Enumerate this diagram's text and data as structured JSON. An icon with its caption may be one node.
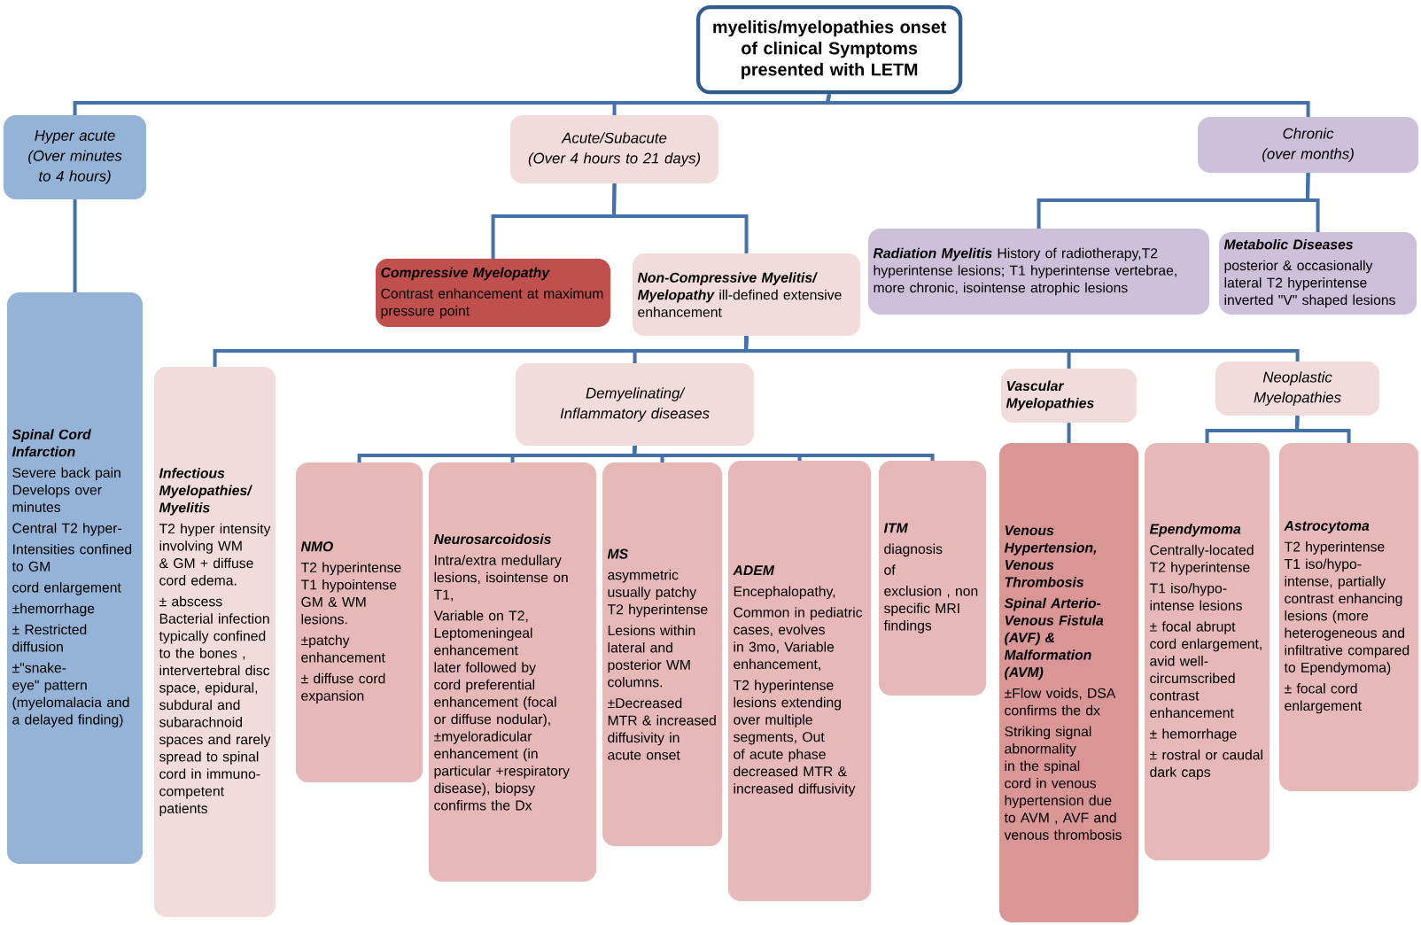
{
  "diagram": {
    "nodes": [
      {
        "text": [
          "myelitis/myelopathies onset of clinical Symptoms presented with LETM"
        ]
      },
      {
        "text": [
          "Hyper acute",
          "(Over minutes to 4 hours)"
        ]
      },
      {
        "text": [
          "Acute/Subacute",
          "(Over 4 hours to 21 days)"
        ]
      },
      {
        "text": [
          "Chronic",
          "(over months)"
        ]
      },
      {
        "text": [
          "Spinal Cord Infarction",
          "Severe back pain Develops over minutes",
          "Central T2 hyper-",
          "Intensities confined to GM",
          "cord enlargement",
          "±hemorrhage",
          "± Restricted diffusion",
          "±\"snake-eye\" pattern (myelomalacia and a delayed finding)"
        ]
      },
      {
        "text": [
          "Compressive Myelopathy",
          "Contrast enhancement at maximum pressure point"
        ]
      },
      {
        "text": [
          "Non-Compressive Myelitis/ Myelopathy",
          "ill-defined extensive enhancement"
        ]
      },
      {
        "text": [
          "Radiation Myelitis",
          "History of radiotherapy,T2 hyperintense lesions; T1 hyperintense vertebrae, more chronic, isointense atrophic lesions"
        ]
      },
      {
        "text": [
          "Metabolic Diseases",
          "posterior & occasionally lateral T2 hyperintense inverted \"V\" shaped lesions"
        ]
      },
      {
        "text": [
          "Infectious Myelopathies/ Myelitis",
          "T2 hyper intensity involving WM & GM + diffuse cord edema.",
          "± abscess Bacterial infection typically confined to the bones , intervertebral disc space, epidural, subdural and subarachnoid spaces and rarely spread to spinal cord in immuno-competent patients"
        ]
      },
      {
        "text": [
          "Demyelinating/",
          "Inflammatory diseases"
        ]
      },
      {
        "text": [
          "Vascular Myelopathies"
        ]
      },
      {
        "text": [
          "Neoplastic Myelopathies"
        ]
      },
      {
        "text": [
          "NMO",
          "T2 hyperintense T1 hypointense GM & WM lesions.",
          "±patchy enhancement",
          "± diffuse cord expansion"
        ]
      },
      {
        "text": [
          "Neurosarcoidosis",
          "Intra/extra medullary lesions, isointense on T1,",
          "Variable on T2, Leptomeningeal enhancement later followed by cord preferential enhancement (focal or diffuse nodular), ±myeloradicular enhancement (in particular +respiratory disease), biopsy confirms the  Dx"
        ]
      },
      {
        "text": [
          "MS",
          "asymmetric usually patchy T2 hyperintense",
          "Lesions within lateral and posterior WM columns.",
          "±Decreased MTR & increased diffusivity in acute onset"
        ]
      },
      {
        "text": [
          "ADEM",
          "Encephalopathy,",
          "Common in pediatric cases, evolves in 3mo, Variable enhancement,",
          "T2 hyperintense lesions extending  over multiple segments, Out of acute phase decreased MTR & increased diffusivity"
        ]
      },
      {
        "text": [
          "ITM",
          "diagnosis",
          "of",
          "exclusion , non specific MRI findings"
        ]
      },
      {
        "text": [
          "Venous Hypertension, Venous Thrombosis",
          "Spinal Arterio-Venous Fistula (AVF) & Malformation (AVM)",
          "±Flow voids, DSA  confirms the dx",
          "Striking signal abnormality in the spinal cord in venous hypertension due to AVM , AVF and venous thrombosis"
        ]
      },
      {
        "text": [
          "Ependymoma",
          "Centrally-located T2 hyperintense",
          "T1 iso/hypo-intense lesions",
          "± focal abrupt cord enlargement, avid well-circumscribed contrast enhancement",
          "± hemorrhage",
          "± rostral or caudal dark caps"
        ]
      },
      {
        "text": [
          "Astrocytoma",
          "T2 hyperintense T1 iso/hypo-intense, partially contrast enhancing lesions (more heterogeneous and infiltrative compared to Ependymoma)",
          "± focal cord enlargement"
        ]
      }
    ],
    "edges": [
      {
        "from": 0,
        "to": 1,
        "arrow": "none"
      },
      {
        "from": 0,
        "to": 2,
        "arrow": "none"
      },
      {
        "from": 0,
        "to": 3,
        "arrow": "none"
      },
      {
        "from": 1,
        "to": 4,
        "arrow": "none"
      },
      {
        "from": 2,
        "to": 5,
        "arrow": "none"
      },
      {
        "from": 2,
        "to": 6,
        "arrow": "none"
      },
      {
        "from": 3,
        "to": 7,
        "arrow": "none"
      },
      {
        "from": 3,
        "to": 8,
        "arrow": "none"
      },
      {
        "from": 6,
        "to": 9,
        "arrow": "none"
      },
      {
        "from": 6,
        "to": 10,
        "arrow": "none"
      },
      {
        "from": 6,
        "to": 11,
        "arrow": "none"
      },
      {
        "from": 6,
        "to": 12,
        "arrow": "none"
      },
      {
        "from": 10,
        "to": 13,
        "arrow": "none"
      },
      {
        "from": 10,
        "to": 14,
        "arrow": "none"
      },
      {
        "from": 10,
        "to": 15,
        "arrow": "none"
      },
      {
        "from": 10,
        "to": 16,
        "arrow": "none"
      },
      {
        "from": 10,
        "to": 17,
        "arrow": "none"
      },
      {
        "from": 11,
        "to": 18,
        "arrow": "none"
      },
      {
        "from": 12,
        "to": 19,
        "arrow": "none"
      },
      {
        "from": 12,
        "to": 20,
        "arrow": "none"
      }
    ]
  }
}
